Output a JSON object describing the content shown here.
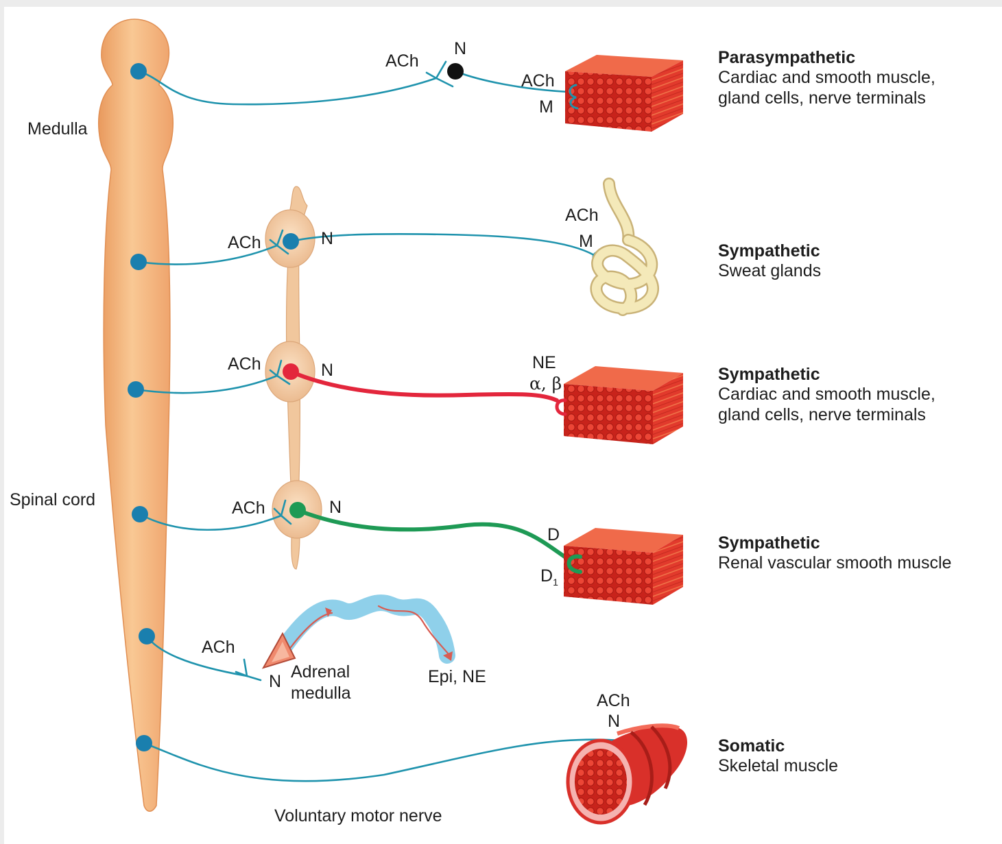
{
  "regions": {
    "medulla": "Medulla",
    "spinal_cord": "Spinal cord"
  },
  "pathways": [
    {
      "title": "Parasympathetic",
      "lines": [
        "Cardiac and smooth muscle,",
        "gland cells, nerve terminals"
      ]
    },
    {
      "title": "Sympathetic",
      "lines": [
        "Sweat glands"
      ]
    },
    {
      "title": "Sympathetic",
      "lines": [
        "Cardiac and smooth muscle,",
        "gland cells, nerve terminals"
      ]
    },
    {
      "title": "Sympathetic",
      "lines": [
        "Renal vascular smooth muscle"
      ]
    },
    {
      "title": "Somatic",
      "lines": [
        "Skeletal muscle"
      ]
    }
  ],
  "labels": {
    "ach": "ACh",
    "n": "N",
    "m": "M",
    "ne": "NE",
    "alpha_beta": "α, β",
    "d": "D",
    "d1": "D",
    "d1_sub": "1",
    "adrenal": "Adrenal",
    "medulla_word": "medulla",
    "epi_ne": "Epi, NE",
    "voluntary_motor_nerve": "Voluntary motor nerve"
  },
  "colors": {
    "nerve": "#1f93ad",
    "node": "#1a7fae",
    "noradrenergic": "#e3263c",
    "dopaminergic": "#1e9a55",
    "cholinergic_ganglion_cell": "#111111",
    "spinal_cord": "#f4b37d",
    "ganglion": "#f1c79d",
    "muscle": "#e5392e",
    "gland": "#f2e6b0",
    "adrenal_stream": "#8fd0ea"
  }
}
